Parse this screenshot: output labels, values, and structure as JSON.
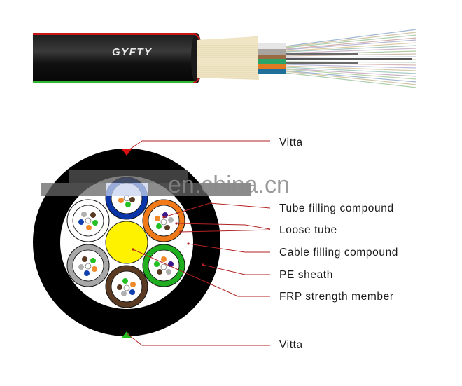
{
  "cable": {
    "brand_text": "GYFTY",
    "colors": {
      "jacket": "#0a0a0a",
      "vitta_top": "#d01818",
      "vitta_bottom": "#2fb52f",
      "aramid": "#efe4c2",
      "tube_colors": [
        "#e8e8e8",
        "#a8a8a8",
        "#8a5a3a",
        "#2aa56a",
        "#e07a20",
        "#1f6f9a"
      ]
    }
  },
  "cross_section": {
    "colors": {
      "sheath": "#000000",
      "filling": "#ffffff",
      "frp": "#fff200",
      "leader": "#b22222",
      "vitta_top_marker": "#e01010",
      "vitta_bottom_marker": "#22c022"
    },
    "loose_tubes": [
      {
        "position": "top",
        "color": "#0a35a8"
      },
      {
        "position": "upper-right",
        "color": "#f07a1a"
      },
      {
        "position": "lower-right",
        "color": "#1fae1f"
      },
      {
        "position": "bottom",
        "color": "#5a3a22"
      },
      {
        "position": "lower-left",
        "color": "#a8a8a8"
      },
      {
        "position": "upper-left",
        "color": "#ffffff"
      }
    ],
    "fiber_colors": [
      "#3a1a8a",
      "#f08a2a",
      "#22c022",
      "#5a3a22",
      "#b0b0b0",
      "#1040b0",
      "#ffffff"
    ]
  },
  "labels": [
    {
      "id": "vitta-top",
      "text": "Vitta"
    },
    {
      "id": "tube-filling-compound",
      "text": "Tube filling compound"
    },
    {
      "id": "loose-tube",
      "text": "Loose tube"
    },
    {
      "id": "cable-filling-compound",
      "text": "Cable filling compound"
    },
    {
      "id": "pe-sheath",
      "text": "PE sheath"
    },
    {
      "id": "frp-strength-member",
      "text": "FRP strength member"
    },
    {
      "id": "vitta-bottom",
      "text": "Vitta"
    }
  ],
  "watermark": "en.china.cn"
}
